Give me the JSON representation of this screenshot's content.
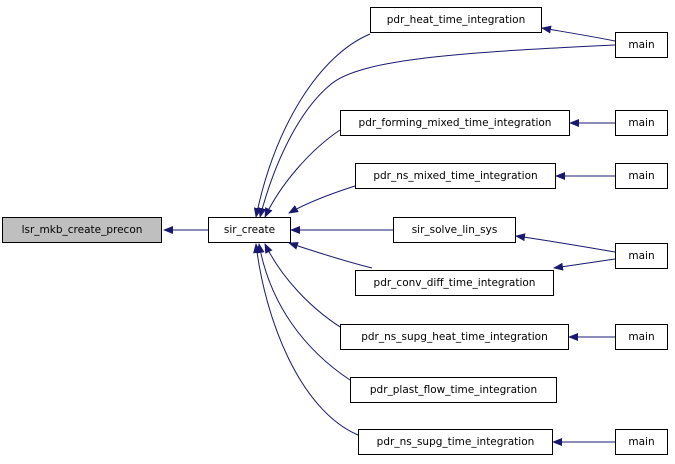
{
  "colors": {
    "edge": "#191970",
    "node_border": "#000000",
    "root_fill": "#bfbfbf",
    "node_fill": "#ffffff"
  },
  "nodes": {
    "lsr_mkb_create_precon": "lsr_mkb_create_precon",
    "sir_create": "sir_create",
    "pdr_heat_time_integration": "pdr_heat_time_integration",
    "pdr_forming_mixed_time_integration": "pdr_forming_mixed_time_integration",
    "pdr_ns_mixed_time_integration": "pdr_ns_mixed_time_integration",
    "sir_solve_lin_sys": "sir_solve_lin_sys",
    "pdr_conv_diff_time_integration": "pdr_conv_diff_time_integration",
    "pdr_ns_supg_heat_time_integration": "pdr_ns_supg_heat_time_integration",
    "pdr_plast_flow_time_integration": "pdr_plast_flow_time_integration",
    "pdr_ns_supg_time_integration": "pdr_ns_supg_time_integration",
    "main_1": "main",
    "main_2": "main",
    "main_3": "main",
    "main_4": "main",
    "main_5": "main",
    "main_6": "main"
  }
}
